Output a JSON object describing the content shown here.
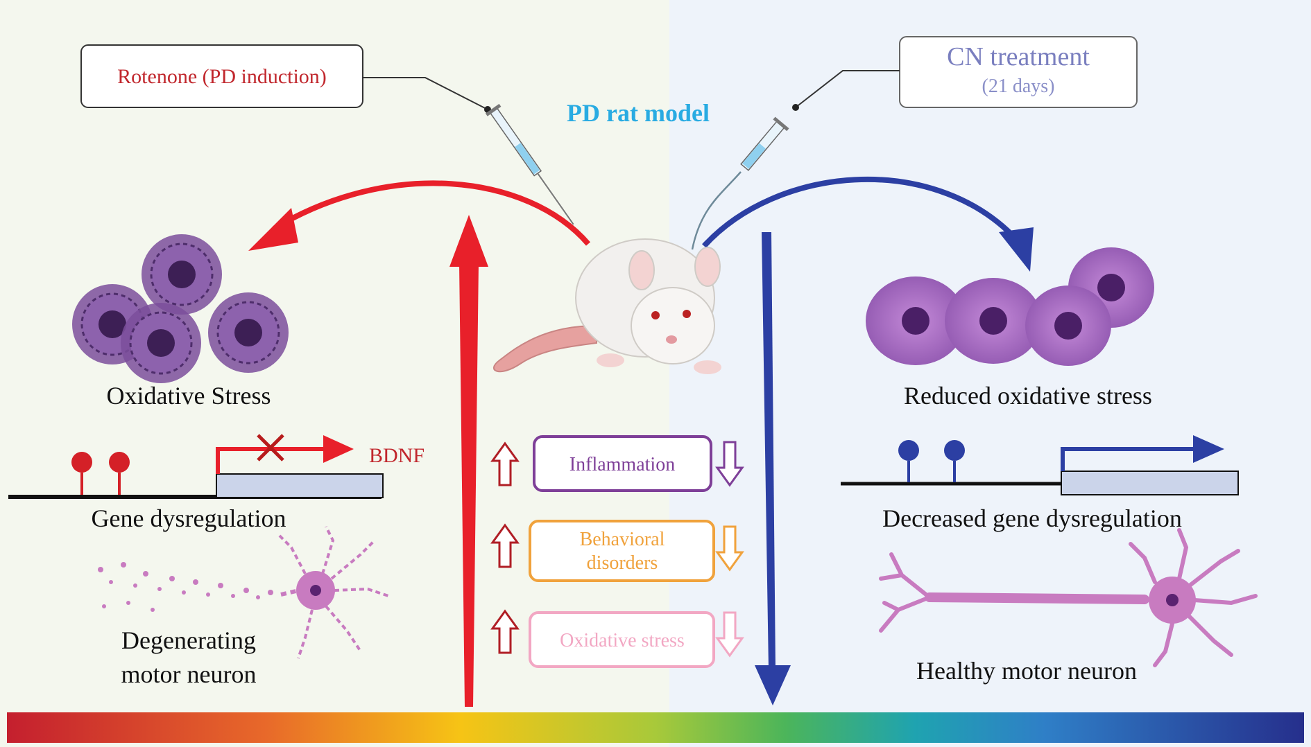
{
  "title": "PD rat model",
  "left_box": "Rotenone (PD induction)",
  "right_box": {
    "title": "CN treatment",
    "subtitle": "(21 days)"
  },
  "left": {
    "oxidative": "Oxidative Stress",
    "gene_label": "BDNF",
    "gene": "Gene dysregulation",
    "neuron_line1": "Degenerating",
    "neuron_line2": "motor neuron"
  },
  "right": {
    "oxidative": "Reduced oxidative stress",
    "gene": "Decreased gene dysregulation",
    "neuron": "Healthy motor neuron"
  },
  "effects": [
    {
      "label_line1": "Inflammation",
      "label_line2": "",
      "color": "#7e3f98"
    },
    {
      "label_line1": "Behavioral",
      "label_line2": "disorders",
      "color": "#f0a23c"
    },
    {
      "label_line1": "Oxidative stress",
      "label_line2": "",
      "color": "#f2a7c3"
    }
  ],
  "colors": {
    "red": "#e8202a",
    "blue": "#2c3fa3",
    "title": "#29abe2",
    "left_bg": "#f4f7ee",
    "right_bg": "#eef3fa",
    "cell_damaged": "#7b4f9b",
    "cell_healthy": "#9e63b8",
    "neuron": "#c87bc0"
  }
}
